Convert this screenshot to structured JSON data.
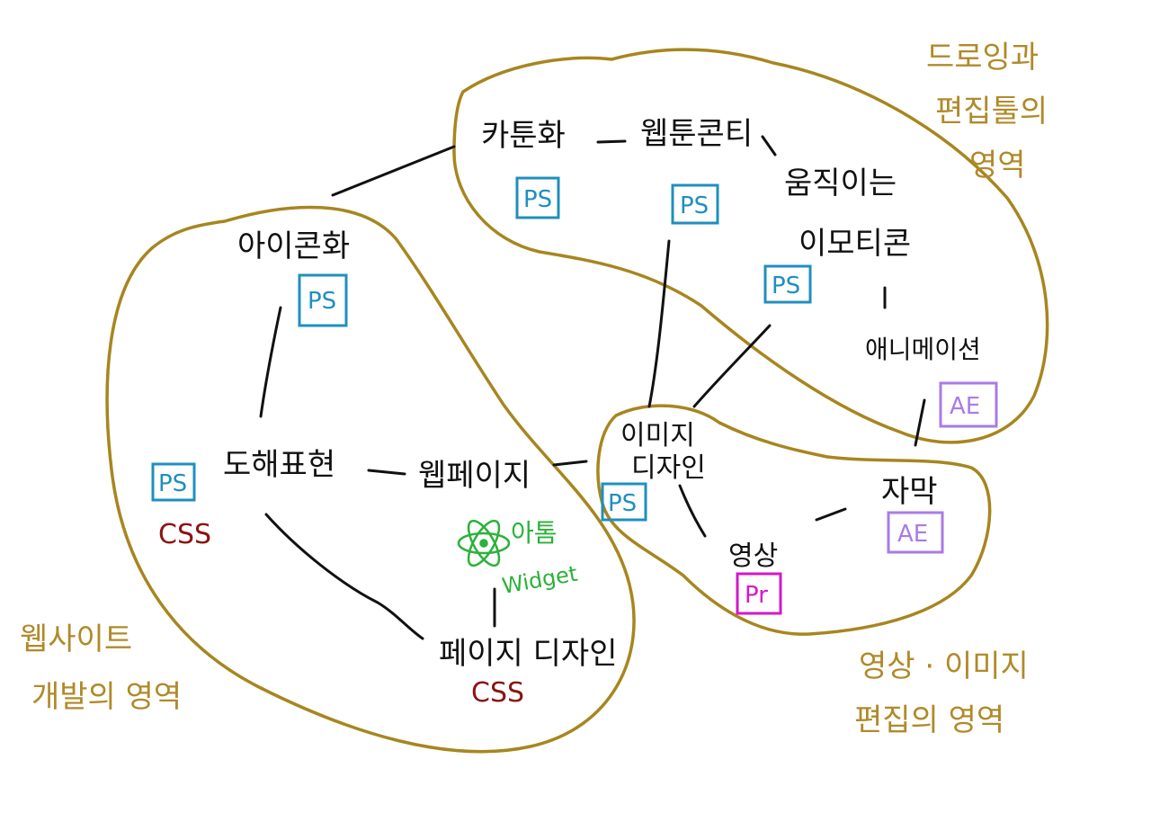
{
  "colors": {
    "region_outline": "#a7861f",
    "region_text": "#b08a2a",
    "ps": "#1f8fbf",
    "ae": "#a97be6",
    "pr": "#d418c8",
    "css": "#8a1414",
    "widget": "#2cb13a",
    "ink": "#111111"
  },
  "regions": {
    "drawing": {
      "line1": "드로잉과",
      "line2": "편집툴의",
      "line3": "영역"
    },
    "web": {
      "line1": "웹사이트",
      "line2": "개발의 영역"
    },
    "video": {
      "line1": "영상 · 이미지",
      "line2": "편집의 영역"
    }
  },
  "nodes": {
    "cartoon": "카툰화",
    "webtoon_content": "웹툰콘티",
    "moving_emoticon": {
      "line1": "움직이는",
      "line2": "이모티콘"
    },
    "animation": "애니메이션",
    "iconize": "아이콘화",
    "diagram": "도해표현",
    "webpage": "웹페이지",
    "page_design": "페이지 디자인",
    "image_design": {
      "line1": "이미지",
      "line2": "디자인"
    },
    "subtitle": "자막",
    "video": "영상"
  },
  "tools": {
    "ps": "PS",
    "ae": "AE",
    "pr": "Pr",
    "css": "CSS",
    "atom": "아톰",
    "widget": "Widget"
  }
}
